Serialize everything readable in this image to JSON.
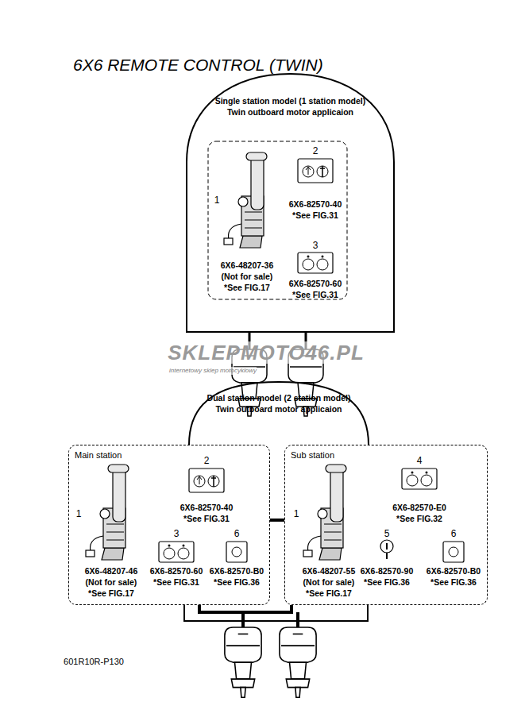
{
  "diagram": {
    "title": "6X6 REMOTE CONTROL (TWIN)",
    "nodes": [
      {
        "text": [
          "Single station model (1 station model) Twin outboard motor applicaion"
        ]
      },
      {
        "text": [
          "Dual station model (2 station model) Twin outboard motor applicaion"
        ]
      },
      {
        "text": [
          "Main station"
        ]
      },
      {
        "text": [
          "Sub station"
        ]
      }
    ],
    "edges": [
      {
        "from": 2,
        "to": 3,
        "arrow": "none"
      }
    ],
    "labels": [
      "1",
      "6X6-48207-36",
      "(Not for sale)",
      "*See FIG.17",
      "2",
      "6X6-82570-40",
      "*See FIG.31",
      "3",
      "6X6-82570-60",
      "*See FIG.31",
      "SKLEPMOTO46.PL",
      "internetowy sklep motocyklowy",
      "1",
      "6X6-48207-46",
      "(Not for sale)",
      "*See FIG.17",
      "2",
      "6X6-82570-40",
      "*See FIG.31",
      "3",
      "6X6-82570-60",
      "*See FIG.31",
      "6",
      "6X6-82570-B0",
      "*See FIG.36",
      "1",
      "6X6-48207-55",
      "(Not for sale)",
      "*See FIG.17",
      "4",
      "6X6-82570-E0",
      "*See FIG.32",
      "5",
      "6X6-82570-90",
      "*See FIG.36",
      "6",
      "6X6-82570-B0",
      "*See FIG.36",
      "601R10R-P130"
    ]
  }
}
